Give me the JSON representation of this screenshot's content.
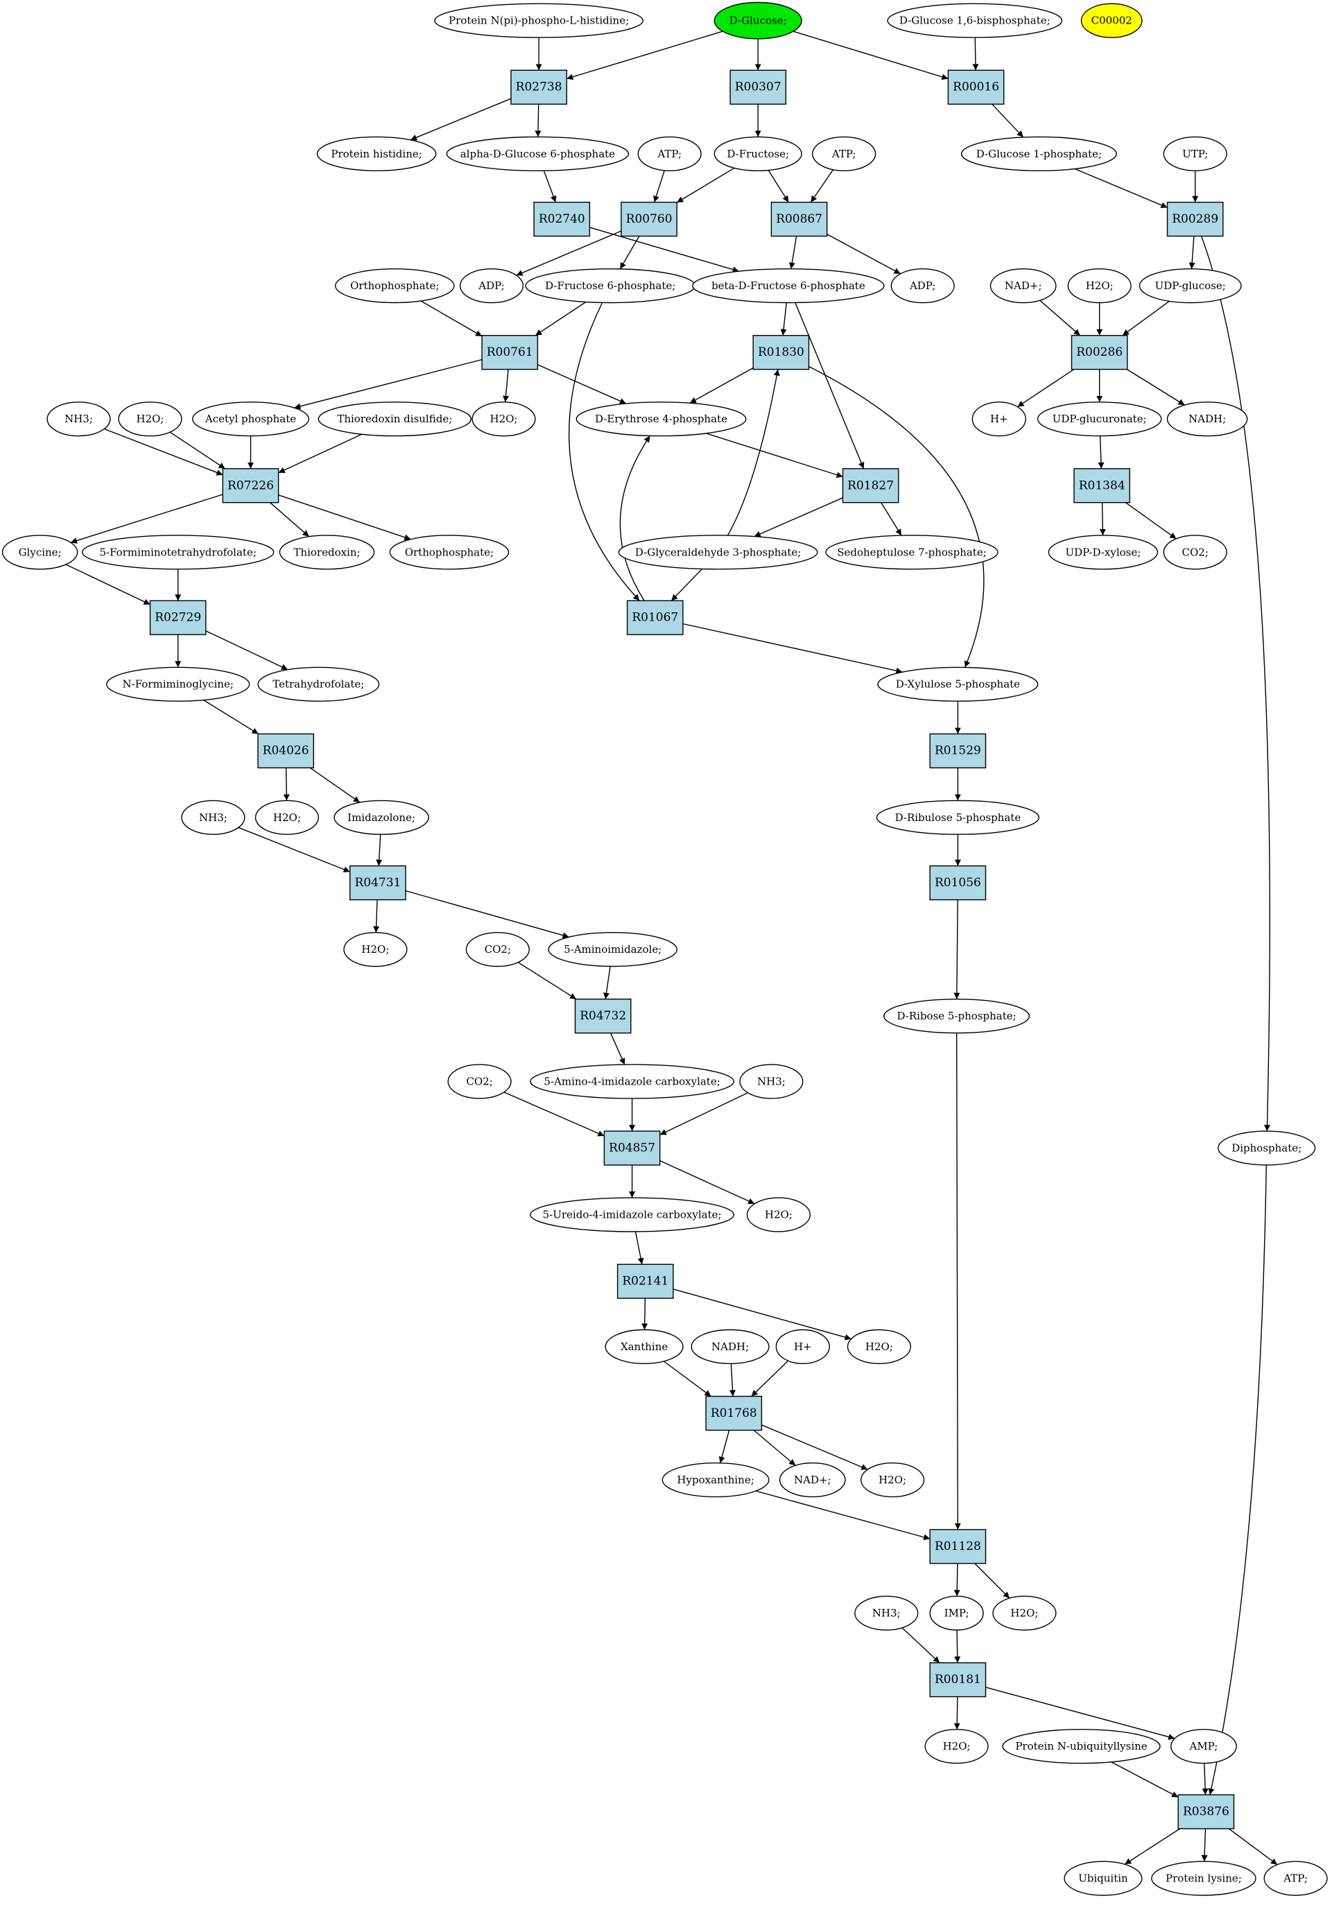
{
  "colors": {
    "start_compound": "#00e600",
    "highlight_compound": "#ffff00",
    "reaction": "#add8e6",
    "compound": "#ffffff",
    "stroke": "#000000"
  },
  "compounds": {
    "protein_n_pi_phospho_l_histidine": "Protein N(pi)-phospho-L-histidine;",
    "d_glucose": "D-Glucose;",
    "d_glucose_1_6_bisphosphate": "D-Glucose 1,6-bisphosphate;",
    "c00002": "C00002",
    "protein_histidine": "Protein histidine;",
    "alpha_d_glucose_6_phosphate": "alpha-D-Glucose 6-phosphate",
    "atp_1": "ATP;",
    "d_fructose": "D-Fructose;",
    "atp_2": "ATP;",
    "d_glucose_1_phosphate": "D-Glucose 1-phosphate;",
    "utp": "UTP;",
    "orthophosphate_1": "Orthophosphate;",
    "adp_1": "ADP;",
    "d_fructose_6_phosphate": "D-Fructose 6-phosphate;",
    "beta_d_fructose_6_phosphate": "beta-D-Fructose 6-phosphate",
    "adp_2": "ADP;",
    "nad_plus_1": "NAD+;",
    "h2o_1": "H2O;",
    "udp_glucose": "UDP-glucose;",
    "nh3_1": "NH3;",
    "h2o_2": "H2O;",
    "acetyl_phosphate": "Acetyl phosphate",
    "thioredoxin_disulfide": "Thioredoxin disulfide;",
    "h2o_3": "H2O;",
    "d_erythrose_4_phosphate": "D-Erythrose 4-phosphate",
    "h_plus_1": "H+",
    "udp_glucuronate": "UDP-glucuronate;",
    "nadh_1": "NADH;",
    "glycine": "Glycine;",
    "formiminotetrahydrofolate": "5-Formiminotetrahydrofolate;",
    "thioredoxin": "Thioredoxin;",
    "orthophosphate_2": "Orthophosphate;",
    "d_glyceraldehyde_3_phosphate": "D-Glyceraldehyde 3-phosphate;",
    "sedoheptulose_7_phosphate": "Sedoheptulose 7-phosphate;",
    "udp_d_xylose": "UDP-D-xylose;",
    "co2_1": "CO2;",
    "n_formiminoglycine": "N-Formiminoglycine;",
    "tetrahydrofolate": "Tetrahydrofolate;",
    "d_xylulose_5_phosphate": "D-Xylulose 5-phosphate",
    "h2o_4": "H2O;",
    "imidazolone": "Imidazolone;",
    "nh3_2": "NH3;",
    "d_ribulose_5_phosphate": "D-Ribulose 5-phosphate",
    "h2o_5": "H2O;",
    "co2_2": "CO2;",
    "aminoimidazole": "5-Aminoimidazole;",
    "d_ribose_5_phosphate": "D-Ribose 5-phosphate;",
    "co2_3": "CO2;",
    "amino_imidazole_carboxylate": "5-Amino-4-imidazole carboxylate;",
    "nh3_3": "NH3;",
    "diphosphate": "Diphosphate;",
    "ureido_imidazole_carboxylate": "5-Ureido-4-imidazole carboxylate;",
    "h2o_6": "H2O;",
    "xanthine": "Xanthine",
    "nadh_2": "NADH;",
    "h_plus_2": "H+",
    "h2o_7": "H2O;",
    "hypoxanthine": "Hypoxanthine;",
    "nad_plus_2": "NAD+;",
    "h2o_8": "H2O;",
    "nh3_4": "NH3;",
    "imp": "IMP;",
    "h2o_9": "H2O;",
    "h2o_10": "H2O;",
    "protein_n_ubiquityllysine": "Protein N-ubiquityllysine",
    "amp": "AMP;",
    "ubiquitin": "Ubiquitin",
    "protein_lysine": "Protein lysine;",
    "atp_3": "ATP;"
  },
  "reactions": {
    "R02738": "R02738",
    "R00307": "R00307",
    "R00016": "R00016",
    "R02740": "R02740",
    "R00760": "R00760",
    "R00867": "R00867",
    "R00289": "R00289",
    "R00761": "R00761",
    "R01830": "R01830",
    "R00286": "R00286",
    "R07226": "R07226",
    "R01827": "R01827",
    "R01384": "R01384",
    "R02729": "R02729",
    "R01067": "R01067",
    "R04026": "R04026",
    "R01529": "R01529",
    "R04731": "R04731",
    "R01056": "R01056",
    "R04732": "R04732",
    "R04857": "R04857",
    "R02141": "R02141",
    "R01768": "R01768",
    "R01128": "R01128",
    "R00181": "R00181",
    "R03876": "R03876"
  }
}
